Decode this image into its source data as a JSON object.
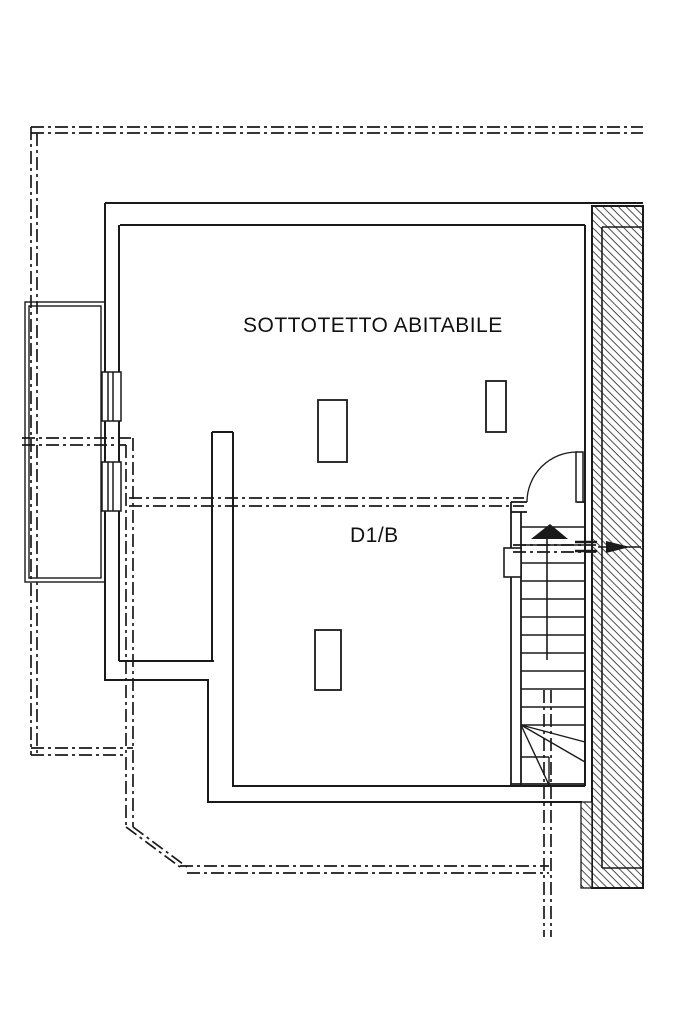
{
  "plan": {
    "room_label": "SOTTOTETTO ABITABILE",
    "unit_label": "D1/B"
  },
  "colors": {
    "ink": "#1a1a1a",
    "paper": "#ffffff"
  },
  "symbols": {
    "stairs_direction_arrow": "filled upward triangle on stair centerline",
    "door_swing": "quarter-circle arc",
    "boundary_line_style": "double dash-dot",
    "party_wall_fill": "diagonal hatch"
  }
}
